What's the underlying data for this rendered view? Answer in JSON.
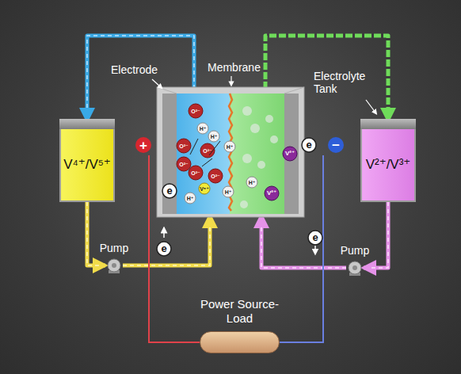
{
  "diagram": {
    "nodes": [
      {
        "text": [
          "V⁴⁺/V⁵⁺"
        ]
      },
      {
        "text": [
          "V²⁺/V³⁺"
        ]
      },
      {
        "text": [
          "Pump"
        ]
      },
      {
        "text": [
          "Pump"
        ]
      },
      {
        "text": [
          "Power Source-Load"
        ]
      }
    ],
    "edges": [
      {
        "from": 0,
        "to": 2,
        "arrow": "to"
      },
      {
        "from": 1,
        "to": 3,
        "arrow": "to"
      }
    ],
    "labels": [
      "Electrode",
      "Membrane",
      "Electrolyte Tank",
      "+",
      "−",
      "e",
      "e",
      "e",
      "e",
      "O²⁻",
      "O²⁻",
      "O²⁻",
      "O²⁻",
      "O²⁻",
      "O²⁻",
      "H⁺",
      "H⁺",
      "H⁺",
      "H⁺",
      "H⁺",
      "H⁺",
      "V⁵⁺",
      "V²⁺",
      "V²⁺"
    ]
  }
}
